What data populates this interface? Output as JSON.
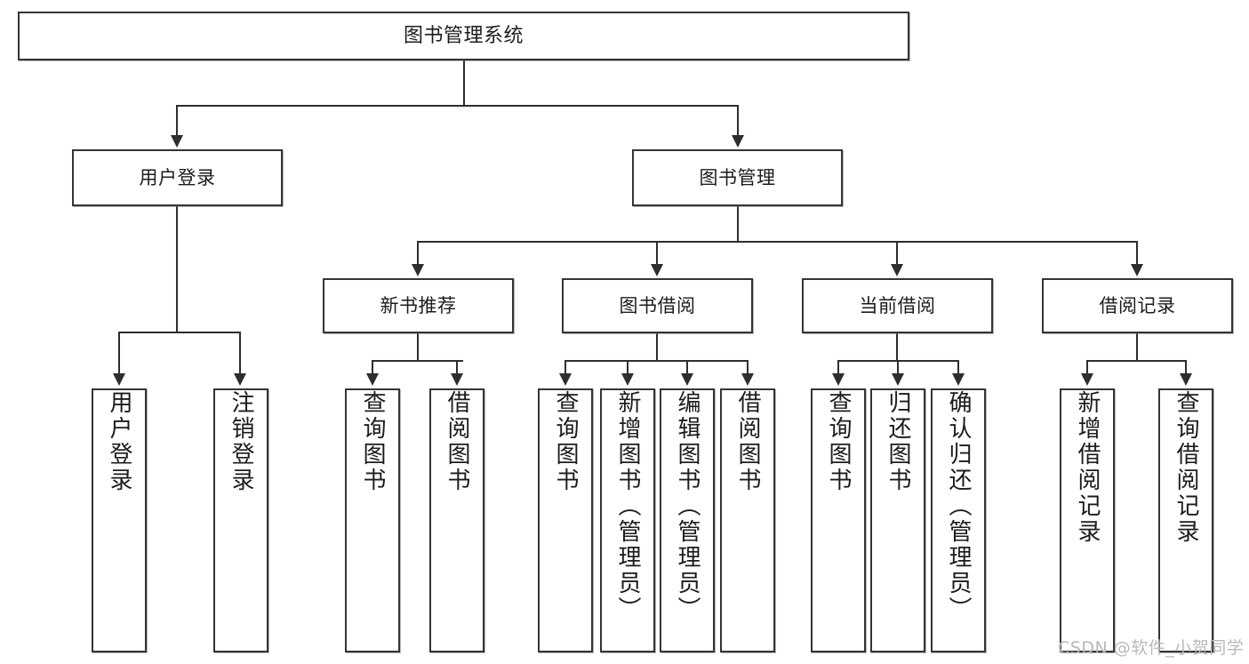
{
  "diagram": {
    "title": "图书管理系统",
    "type": "tree",
    "root": {
      "id": "root",
      "label": "图书管理系统"
    },
    "level1": [
      {
        "id": "user-login",
        "label": "用户登录"
      },
      {
        "id": "book-management",
        "label": "图书管理"
      }
    ],
    "level2": [
      {
        "id": "new-book-recommend",
        "label": "新书推荐",
        "parent": "book-management"
      },
      {
        "id": "book-borrow",
        "label": "图书借阅",
        "parent": "book-management"
      },
      {
        "id": "current-borrow",
        "label": "当前借阅",
        "parent": "book-management"
      },
      {
        "id": "borrow-record",
        "label": "借阅记录",
        "parent": "book-management"
      }
    ],
    "leaves": {
      "user_login": [
        {
          "id": "leaf-user-login",
          "label": "用户登录"
        },
        {
          "id": "leaf-user-logout",
          "label": "注销登录"
        }
      ],
      "new_book_recommend": [
        {
          "id": "leaf-query-book-1",
          "label": "查询图书"
        },
        {
          "id": "leaf-borrow-book-1",
          "label": "借阅图书"
        }
      ],
      "book_borrow": [
        {
          "id": "leaf-query-book-2",
          "label": "查询图书"
        },
        {
          "id": "leaf-add-book",
          "label": "新增图书（管理员）"
        },
        {
          "id": "leaf-edit-book",
          "label": "编辑图书（管理员）"
        },
        {
          "id": "leaf-borrow-book-2",
          "label": "借阅图书"
        }
      ],
      "current_borrow": [
        {
          "id": "leaf-query-book-3",
          "label": "查询图书"
        },
        {
          "id": "leaf-return-book",
          "label": "归还图书"
        },
        {
          "id": "leaf-confirm-return",
          "label": "确认归还（管理员）"
        }
      ],
      "borrow_record": [
        {
          "id": "leaf-add-record",
          "label": "新增借阅记录"
        },
        {
          "id": "leaf-query-record",
          "label": "查询借阅记录"
        }
      ]
    }
  },
  "watermark": {
    "text": "CSDN @软件_小贺同学"
  },
  "colors": {
    "border": "#32353a",
    "line": "#2b2e33",
    "text": "#1c1c1c",
    "background": "#ffffff",
    "watermark": "#b9b9bd"
  }
}
